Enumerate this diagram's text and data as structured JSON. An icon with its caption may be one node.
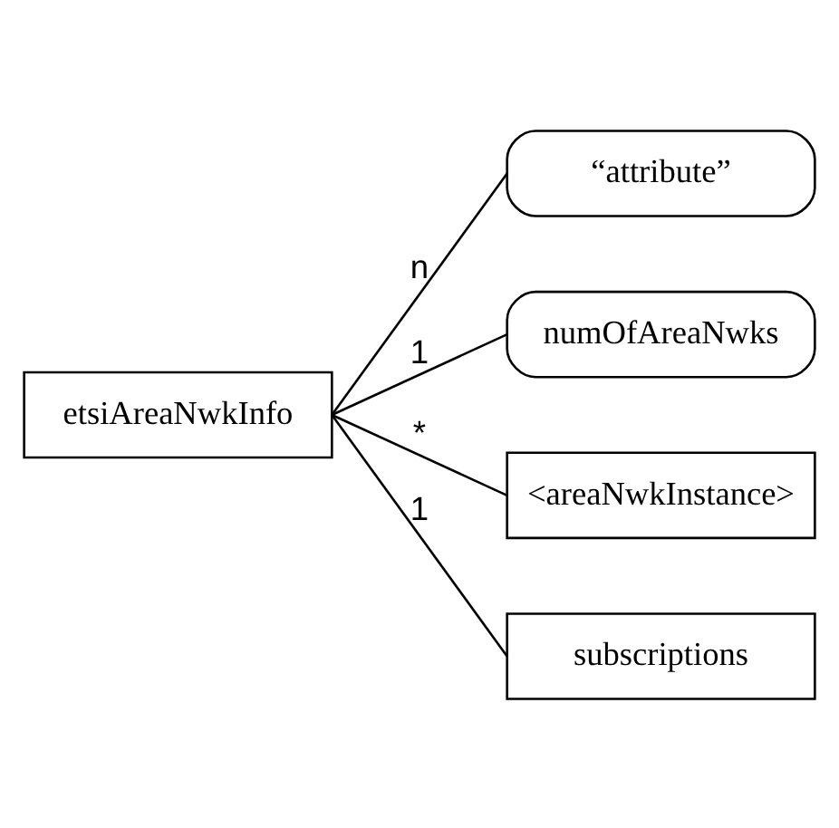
{
  "diagram": {
    "nodes": [
      {
        "text": [
          "etsiAreaNwkInfo"
        ]
      },
      {
        "text": [
          "“attribute”"
        ]
      },
      {
        "text": [
          "numOfAreaNwks"
        ]
      },
      {
        "text": [
          "<areaNwkInstance>"
        ]
      },
      {
        "text": [
          "subscriptions"
        ]
      }
    ],
    "edges": [
      {
        "from": 0,
        "to": 1,
        "arrow": "none",
        "label": "n"
      },
      {
        "from": 0,
        "to": 2,
        "arrow": "none",
        "label": "1"
      },
      {
        "from": 0,
        "to": 3,
        "arrow": "none",
        "label": "*"
      },
      {
        "from": 0,
        "to": 4,
        "arrow": "none",
        "label": "1"
      }
    ]
  }
}
